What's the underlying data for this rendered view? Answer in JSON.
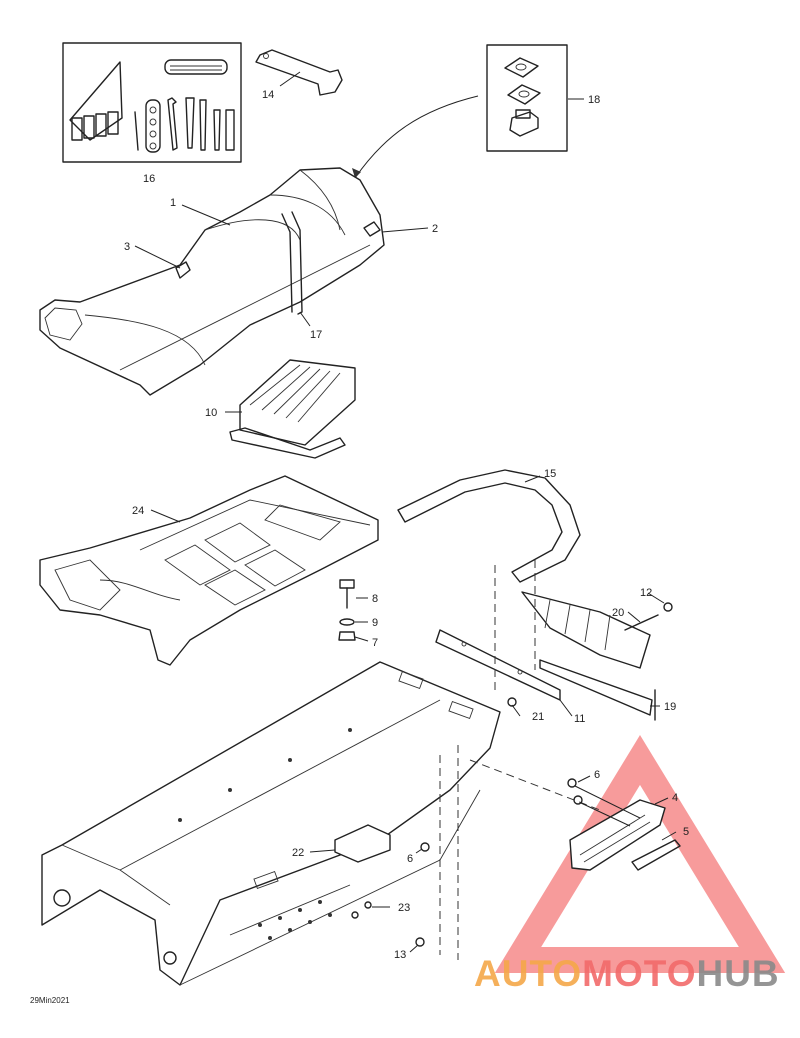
{
  "callouts": [
    {
      "id": "c1",
      "text": "1"
    },
    {
      "id": "c2",
      "text": "2"
    },
    {
      "id": "c3",
      "text": "3"
    },
    {
      "id": "c4",
      "text": "4"
    },
    {
      "id": "c5",
      "text": "5"
    },
    {
      "id": "c6a",
      "text": "6"
    },
    {
      "id": "c6b",
      "text": "6"
    },
    {
      "id": "c7",
      "text": "7"
    },
    {
      "id": "c8",
      "text": "8"
    },
    {
      "id": "c9",
      "text": "9"
    },
    {
      "id": "c10",
      "text": "10"
    },
    {
      "id": "c11",
      "text": "11"
    },
    {
      "id": "c12",
      "text": "12"
    },
    {
      "id": "c13",
      "text": "13"
    },
    {
      "id": "c14",
      "text": "14"
    },
    {
      "id": "c15",
      "text": "15"
    },
    {
      "id": "c16",
      "text": "16"
    },
    {
      "id": "c17",
      "text": "17"
    },
    {
      "id": "c18",
      "text": "18"
    },
    {
      "id": "c19",
      "text": "19"
    },
    {
      "id": "c20",
      "text": "20"
    },
    {
      "id": "c21",
      "text": "21"
    },
    {
      "id": "c22",
      "text": "22"
    },
    {
      "id": "c23",
      "text": "23"
    },
    {
      "id": "c24",
      "text": "24"
    }
  ],
  "footer_code": "29Min2021",
  "watermark": {
    "part1": "AUTO",
    "part2": "MOTO",
    "part3": "HUB",
    "color_orange": "#f5a84a",
    "color_red": "#f26b6b",
    "color_gray": "#8a8a8a",
    "triangle_color": "#f47a7a"
  }
}
